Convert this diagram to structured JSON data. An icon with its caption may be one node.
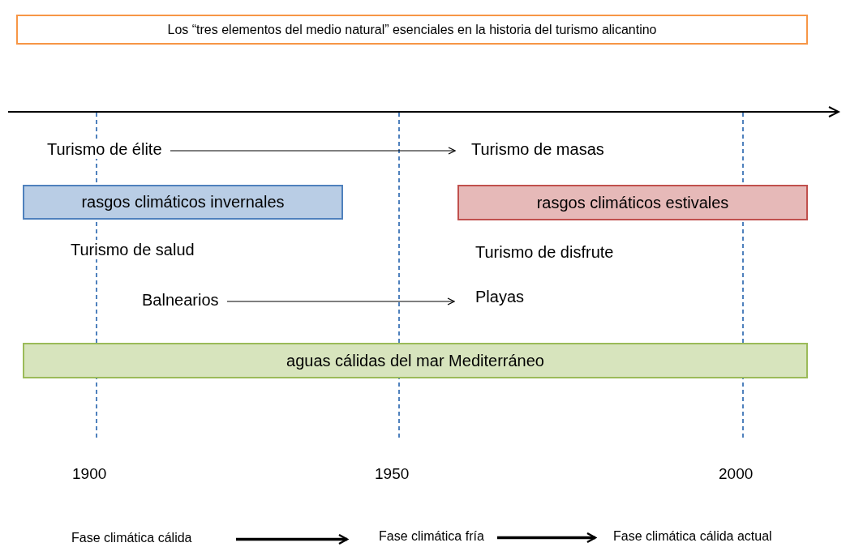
{
  "diagram": {
    "title": "Los “tres elementos del medio natural” esenciales en la historia del turismo alicantino",
    "nodes": [
      {
        "text": [
          "Turismo de élite"
        ]
      },
      {
        "text": [
          "Turismo de masas"
        ]
      },
      {
        "text": [
          "rasgos climáticos invernales"
        ]
      },
      {
        "text": [
          "rasgos climáticos estivales"
        ]
      },
      {
        "text": [
          "Turismo de salud"
        ]
      },
      {
        "text": [
          "Turismo de disfrute"
        ]
      },
      {
        "text": [
          "Balnearios"
        ]
      },
      {
        "text": [
          "Playas"
        ]
      },
      {
        "text": [
          "aguas cálidas del mar Mediterráneo"
        ]
      },
      {
        "text": [
          "Fase climática cálida"
        ]
      },
      {
        "text": [
          "Fase climática fría"
        ]
      },
      {
        "text": [
          "Fase climática cálida actual"
        ]
      }
    ],
    "edges": [
      {
        "from": 0,
        "to": 1,
        "arrow": "to"
      },
      {
        "from": 6,
        "to": 7,
        "arrow": "to"
      },
      {
        "from": 9,
        "to": 10,
        "arrow": "to",
        "style": "thick"
      },
      {
        "from": 10,
        "to": 11,
        "arrow": "to",
        "style": "thick"
      }
    ],
    "labels": [
      "1900",
      "1950",
      "2000"
    ]
  }
}
